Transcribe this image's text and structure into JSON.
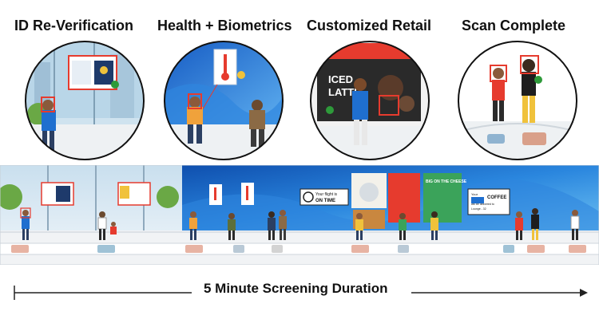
{
  "stages": [
    {
      "title": "ID Re-Verification"
    },
    {
      "title": "Health + Biometrics"
    },
    {
      "title": "Customized Retail"
    },
    {
      "title": "Scan Complete"
    }
  ],
  "retail_sign": {
    "line1": "ICED",
    "line2": "LATTE"
  },
  "corridor": {
    "flight_sign": {
      "line1": "Your flight is",
      "line2": "ON TIME"
    },
    "coffee_sign": {
      "line1": "Your",
      "line2": "COFFEE",
      "line3": "will be delivered to",
      "line4": "Lounge - 32"
    },
    "burger_sign": "BIG ON THE CHEESE"
  },
  "duration": {
    "label": "5 Minute Screening Duration"
  },
  "colors": {
    "scan_frame": "#e63b2e",
    "check": "#2e9a3a",
    "sky_blue": "#1f6fcf",
    "floor": "#e9ecef"
  }
}
